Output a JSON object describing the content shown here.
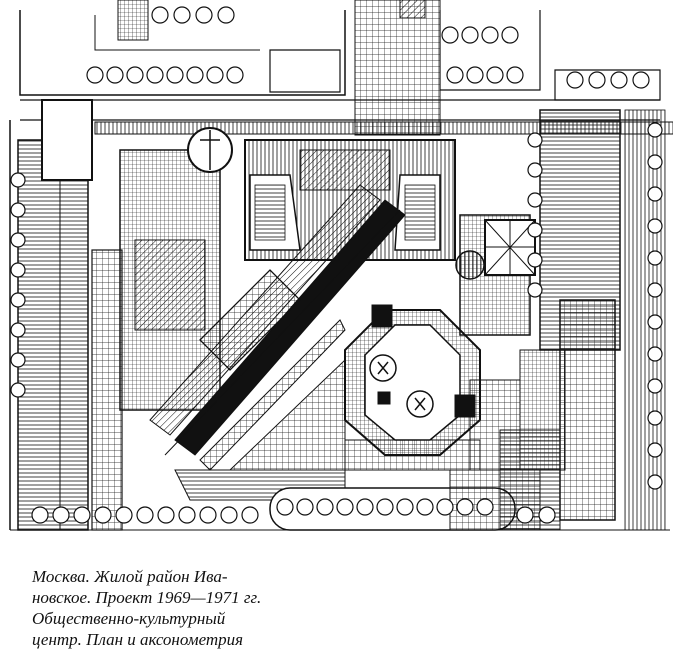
{
  "caption": {
    "lines": [
      "Москва. Жилой район Ива-",
      "новское. Проект 1969—1971 гг.",
      "Общественно-культурный",
      "центр. План и аксонометрия"
    ]
  },
  "colors": {
    "ink": "#111111",
    "paper": "#ffffff"
  }
}
